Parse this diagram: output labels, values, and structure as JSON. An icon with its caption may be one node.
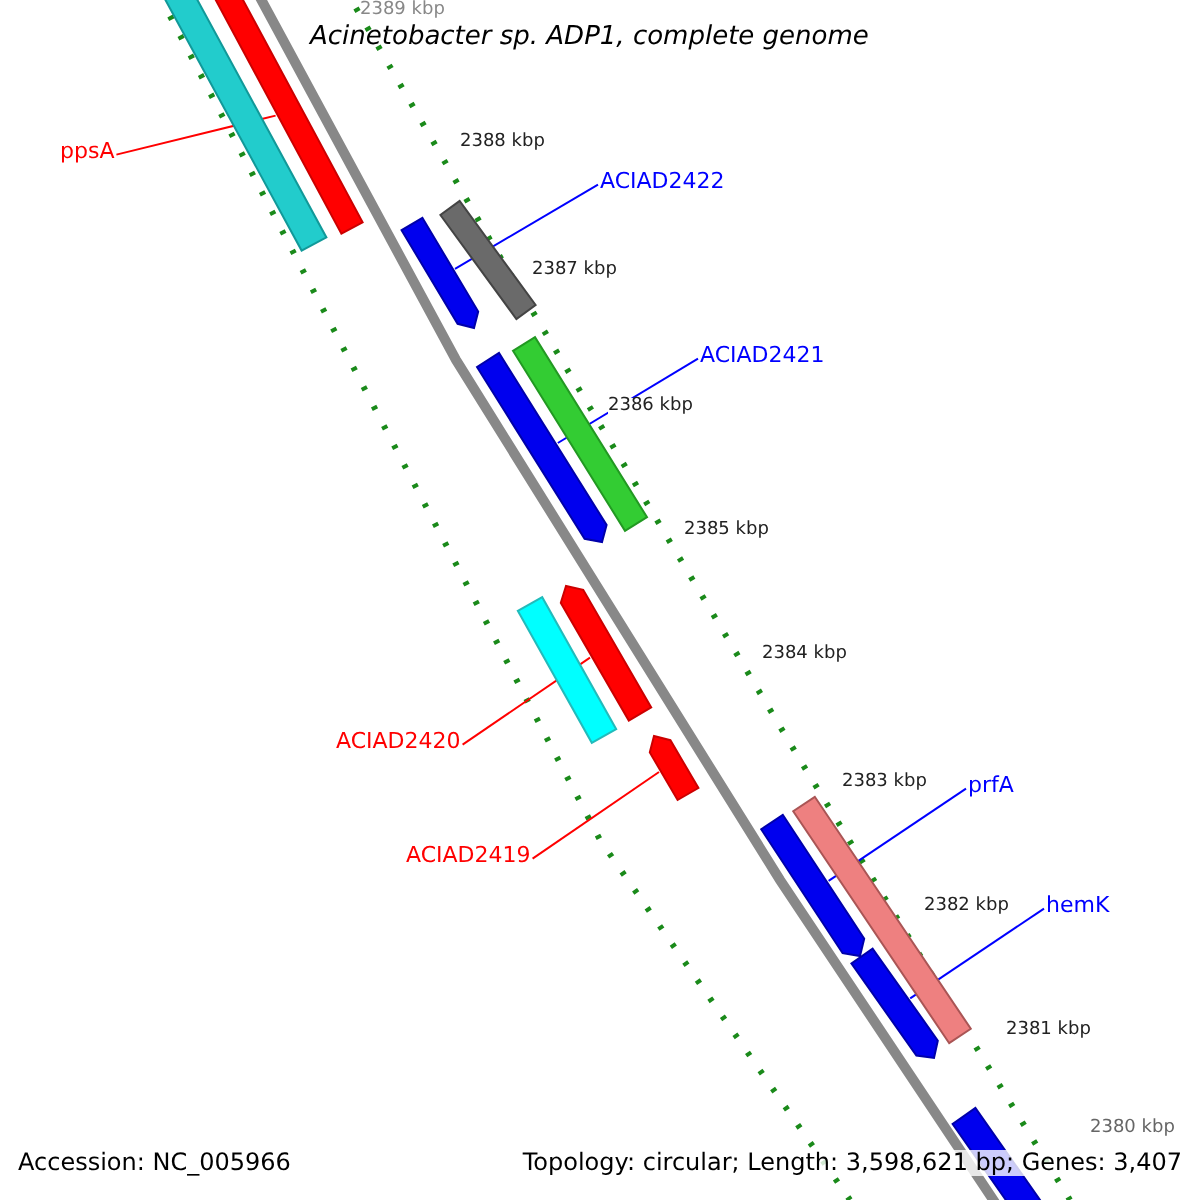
{
  "diagram": {
    "title": "Acinetobacter sp. ADP1, complete genome",
    "nodes": [
      {
        "text": [
          "ppsA"
        ]
      },
      {
        "text": [],
        "shape": "bar"
      },
      {
        "text": [],
        "shape": "bar"
      },
      {
        "text": [
          "ACIAD2422"
        ]
      },
      {
        "text": [],
        "shape": "arrow"
      },
      {
        "text": [],
        "shape": "bar"
      },
      {
        "text": [
          "ACIAD2421"
        ]
      },
      {
        "text": [],
        "shape": "arrow"
      },
      {
        "text": [],
        "shape": "bar"
      },
      {
        "text": [
          "ACIAD2420"
        ]
      },
      {
        "text": [],
        "shape": "bar"
      },
      {
        "text": [],
        "shape": "arrow"
      },
      {
        "text": [
          "ACIAD2419"
        ]
      },
      {
        "text": [],
        "shape": "arrow"
      },
      {
        "text": [
          "prfA"
        ]
      },
      {
        "text": [],
        "shape": "arrow"
      },
      {
        "text": [],
        "shape": "bar"
      },
      {
        "text": [
          "hemK"
        ]
      },
      {
        "text": [],
        "shape": "arrow"
      },
      {
        "text": [],
        "shape": "arrow"
      }
    ],
    "edges": [
      {
        "from": 0,
        "to": 2,
        "arrow": "none",
        "color": "#ff0000"
      },
      {
        "from": 3,
        "to": 4,
        "arrow": "none"
      },
      {
        "from": 6,
        "to": 7,
        "arrow": "none"
      },
      {
        "from": 9,
        "to": 11,
        "arrow": "none",
        "color": "#ff0000"
      },
      {
        "from": 12,
        "to": 13,
        "arrow": "none",
        "color": "#ff0000"
      },
      {
        "from": 14,
        "to": 15,
        "arrow": "none"
      },
      {
        "from": 17,
        "to": 18,
        "arrow": "none"
      }
    ],
    "labels": [
      "2389 kbp",
      "2388 kbp",
      "2387 kbp",
      "2386 kbp",
      "2385 kbp",
      "2384 kbp",
      "2383 kbp",
      "2382 kbp",
      "2381 kbp",
      "2380 kbp",
      "Accession: NC_005966",
      "Topology: circular; Length: 3,598,621 bp; Genes: 3,407"
    ]
  }
}
